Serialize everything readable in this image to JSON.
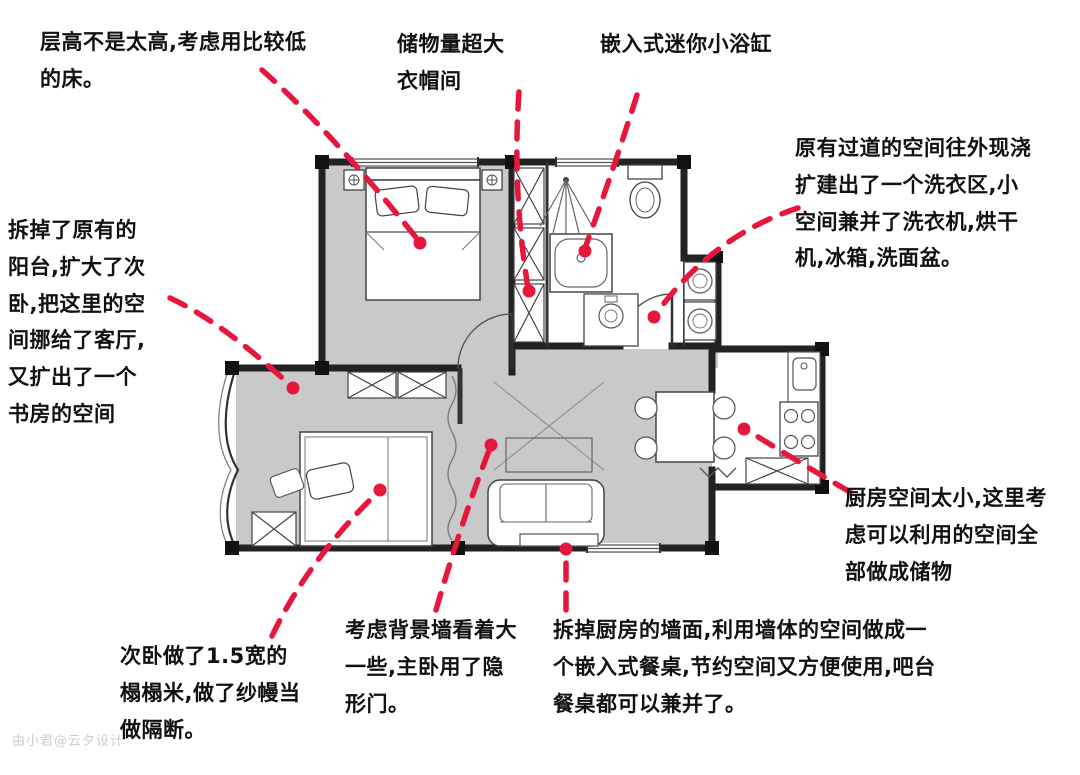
{
  "page": {
    "background": "#ffffff"
  },
  "colors": {
    "arrow_red": "#e5173c",
    "wall_dark": "#222222",
    "floor_gray": "#c9c9c9",
    "note_text": "#111111",
    "watermark_gray": "#cdcdcd"
  },
  "notes": {
    "low_bed": "层高不是太高,考虑用比较低的床。",
    "closet": "储物量超大衣帽间",
    "bathtub": "嵌入式迷你小浴缸",
    "laundry": "原有过道的空间往外现浇扩建出了一个洗衣区,小空间兼并了洗衣机,烘干机,冰箱,洗面盆。",
    "balcony": "拆掉了原有的阳台,扩大了次卧,把这里的空间挪给了客厅,又扩出了一个书房的空间",
    "kitchen_storage": "厨房空间太小,这里考虑可以利用的空间全部做成储物",
    "tatami": "次卧做了1.5宽的榻榻米,做了纱幔当做隔断。",
    "tv_wall": "考虑背景墙看着大一些,主卧用了隐形门。",
    "dining": "拆掉厨房的墙面,利用墙体的空间做成一个嵌入式餐桌,节约空间又方便使用,吧台餐桌都可以兼并了。"
  },
  "watermark": "由小君@云夕设计",
  "plan": {
    "features": [
      "master-bedroom",
      "walk-in-closet",
      "bathroom",
      "laundry-area",
      "kitchen",
      "built-in-dining-table",
      "living-room",
      "tatami-secondary-bedroom"
    ]
  }
}
